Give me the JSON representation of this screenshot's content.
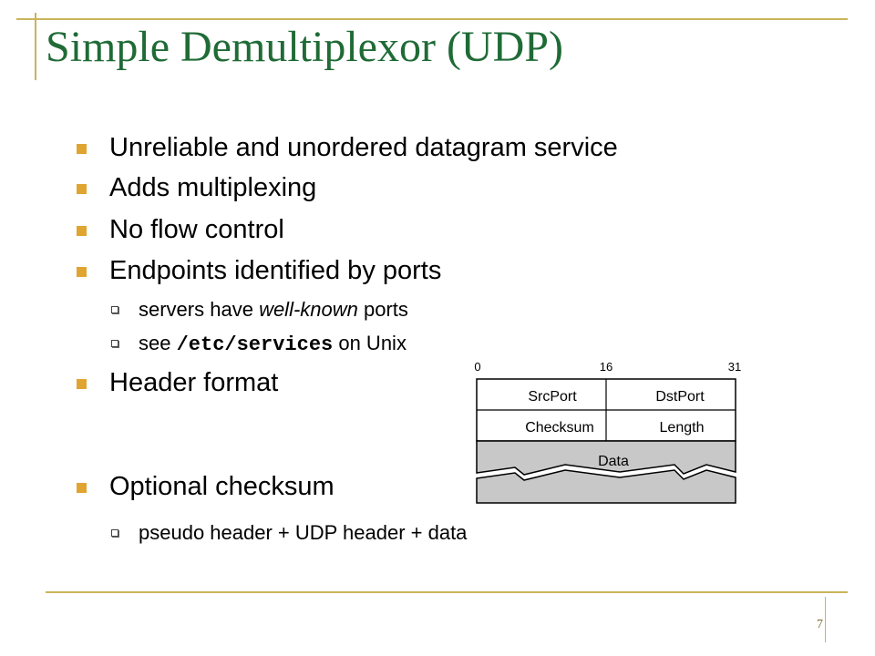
{
  "title": "Simple Demultiplexor (UDP)",
  "bullets": {
    "b1": "Unreliable and unordered datagram service",
    "b2": "Adds multiplexing",
    "b3": "No flow control",
    "b4": "Endpoints identified by ports",
    "b4_sub1_pre": "servers have ",
    "b4_sub1_italic": "well-known",
    "b4_sub1_post": " ports",
    "b4_sub2_pre": "see ",
    "b4_sub2_mono": "/etc/services",
    "b4_sub2_post": " on Unix",
    "b5": "Header format",
    "b6": "Optional checksum",
    "b6_sub1": "pseudo header + UDP header + data"
  },
  "diagram": {
    "bit_labels": [
      "0",
      "16",
      "31"
    ],
    "fields": {
      "srcport": "SrcPort",
      "dstport": "DstPort",
      "checksum": "Checksum",
      "length": "Length",
      "data": "Data"
    }
  },
  "page_number": "7"
}
